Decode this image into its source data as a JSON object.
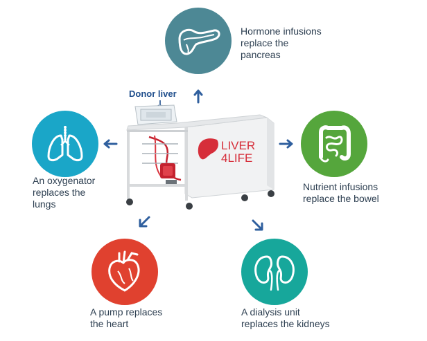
{
  "nodes": {
    "pancreas": {
      "lines": [
        "Hormone infusions",
        "replace the",
        "pancreas"
      ],
      "color": "#4d8895",
      "icon": "pancreas-icon"
    },
    "lungs": {
      "lines": [
        "An oxygenator",
        "replaces the",
        "lungs"
      ],
      "color": "#1aa6c8",
      "icon": "lungs-icon"
    },
    "bowel": {
      "lines": [
        "Nutrient infusions",
        "replace the bowel"
      ],
      "color": "#55a63c",
      "icon": "bowel-icon"
    },
    "heart": {
      "lines": [
        "A pump replaces",
        "the heart"
      ],
      "color": "#e0412f",
      "icon": "heart-icon"
    },
    "kidneys": {
      "lines": [
        "A dialysis unit",
        "replaces the kidneys"
      ],
      "color": "#17a79b",
      "icon": "kidneys-icon"
    }
  },
  "device": {
    "donor_label": "Donor liver",
    "logo_line1": "LIVER",
    "logo_line2": "4LIFE",
    "brand_color": "#d62e3a"
  },
  "arrow_color": "#2f5f9e"
}
